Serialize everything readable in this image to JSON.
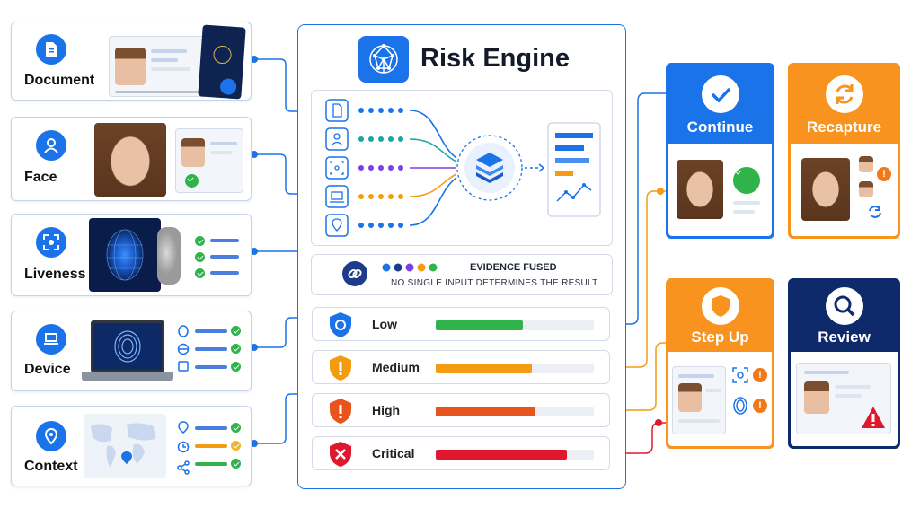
{
  "inputs": [
    {
      "label": "Document",
      "icon": "document-icon"
    },
    {
      "label": "Face",
      "icon": "person-icon"
    },
    {
      "label": "Liveness",
      "icon": "liveness-scan-icon"
    },
    {
      "label": "Device",
      "icon": "laptop-icon"
    },
    {
      "label": "Context",
      "icon": "location-pin-icon"
    }
  ],
  "engine": {
    "title": "Risk Engine",
    "evidence_title": "EVIDENCE FUSED",
    "evidence_subtitle": "NO SINGLE INPUT DETERMINES THE RESULT",
    "channel_colors": [
      "#1a73e8",
      "#1aa6a6",
      "#7b3fe4",
      "#f39c12",
      "#1a73e8"
    ]
  },
  "risk_levels": [
    {
      "label": "Low",
      "color": "#2fb34a",
      "level": 0.55
    },
    {
      "label": "Medium",
      "color": "#f39c12",
      "level": 0.61
    },
    {
      "label": "High",
      "color": "#e8541e",
      "level": 0.63
    },
    {
      "label": "Critical",
      "color": "#e0182d",
      "level": 0.83
    }
  ],
  "outcomes": [
    {
      "label": "Continue",
      "color": "#1a73e8",
      "icon": "checkmark-icon"
    },
    {
      "label": "Recapture",
      "color": "#f7931e",
      "icon": "refresh-icon"
    },
    {
      "label": "Step Up",
      "color": "#f7931e",
      "icon": "shield-icon"
    },
    {
      "label": "Review",
      "color": "#0f2a6b",
      "icon": "search-icon"
    }
  ]
}
